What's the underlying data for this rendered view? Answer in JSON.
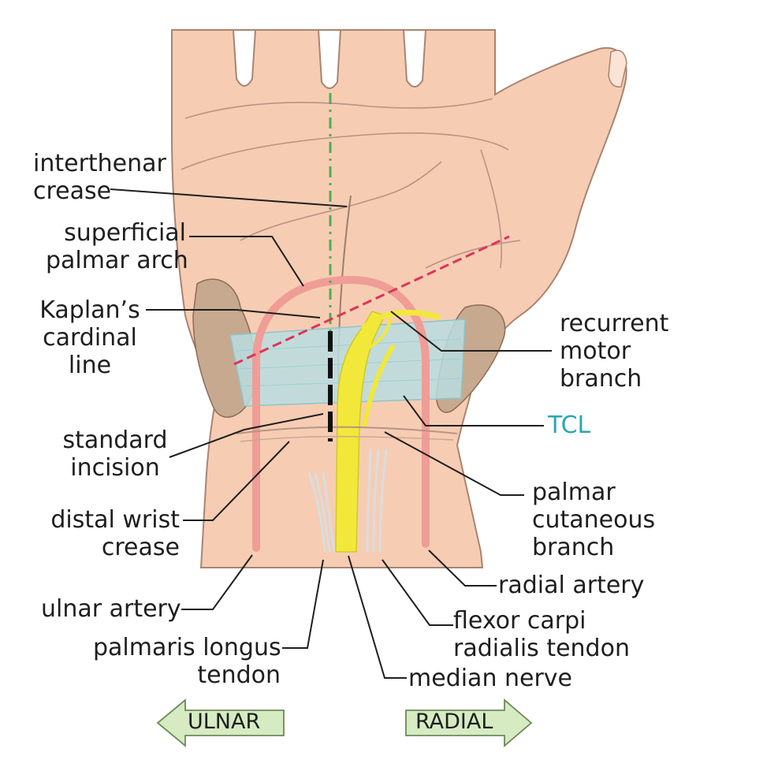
{
  "labels": {
    "interthenar_crease": [
      "interthenar",
      "crease"
    ],
    "superficial_palmar_arch": [
      "superficial",
      "palmar arch"
    ],
    "kaplans_cardinal_line": [
      "Kaplan’s",
      "cardinal",
      "line"
    ],
    "standard_incision": [
      "standard",
      "incision"
    ],
    "distal_wrist_crease": [
      "distal wrist",
      "crease"
    ],
    "ulnar_artery": [
      "ulnar artery"
    ],
    "palmaris_longus_tendon": [
      "palmaris longus",
      "tendon"
    ],
    "median_nerve": [
      "median nerve"
    ],
    "flexor_carpi_radialis_tendon": [
      "flexor carpi",
      "radialis tendon"
    ],
    "radial_artery": [
      "radial artery"
    ],
    "palmar_cutaneous_branch": [
      "palmar",
      "cutaneous",
      "branch"
    ],
    "tcl": [
      "TCL"
    ],
    "recurrent_motor_branch": [
      "recurrent",
      "motor",
      "branch"
    ]
  },
  "direction_arrows": {
    "ulnar": "ULNAR",
    "radial": "RADIAL"
  },
  "colors": {
    "skin": "#f6cdb3",
    "skin_outline": "#a88470",
    "artery": "#ef9d96",
    "nerve": "#f2e83a",
    "tcl_band": "#b9dde0",
    "bone": "#c7a98f",
    "cardinal_line": "#e0325a",
    "axis_line": "#4caf50",
    "incision": "#111111",
    "tcl_label": "#2aa7ae",
    "arrow_fill": "#d6ebc2",
    "arrow_stroke": "#6b8a58"
  }
}
